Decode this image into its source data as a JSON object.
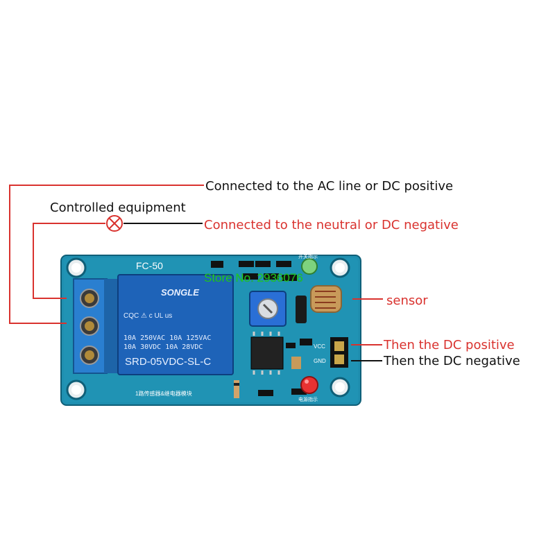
{
  "board": {
    "model_label": "FC-50",
    "relay_brand": "SONGLE",
    "relay_ratings": [
      "10A 250VAC  10A 125VAC",
      "10A 30VDC   10A 28VDC"
    ],
    "relay_part": "SRD-05VDC-SL-C",
    "pin_vcc": "VCC",
    "pin_gnd": "GND",
    "silk_bottom": "1路传感器&继电器模块",
    "led_power_label": "开关指示",
    "led_signal_label": "电源指示",
    "watermark": "Store No. 2936076",
    "colors": {
      "pcb": "#1f8fb0",
      "relay": "#1e63b8",
      "terminal": "#2a7fd0"
    }
  },
  "annotations": {
    "ac_line": "Connected to the AC line or DC positive",
    "equipment": "Controlled equipment",
    "neutral": "Connected to the neutral or DC negative",
    "sensor": "sensor",
    "dc_positive": "Then the DC positive",
    "dc_negative": "Then the DC negative"
  },
  "colors": {
    "red_wire": "#d9322e",
    "black_wire": "#111111"
  }
}
